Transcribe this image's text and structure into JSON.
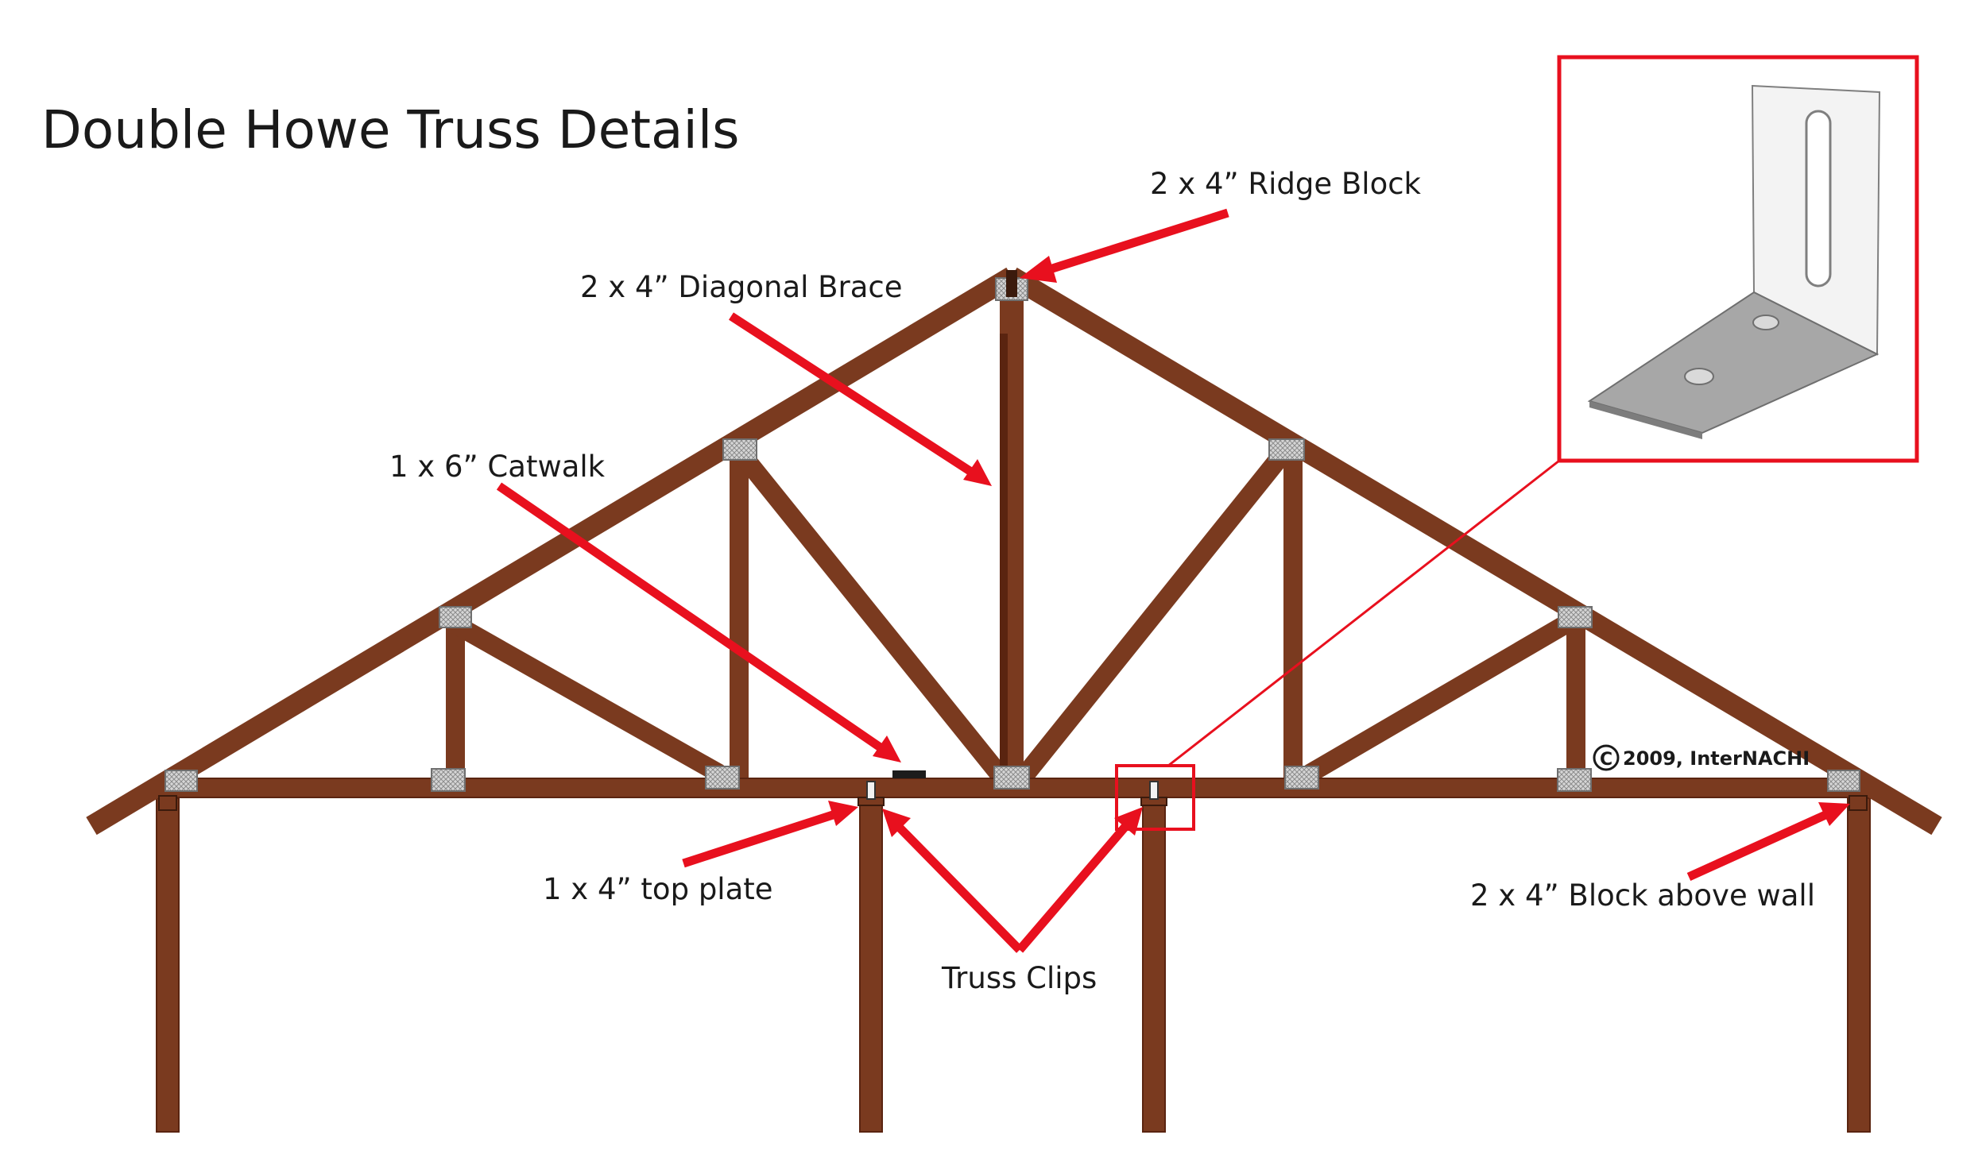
{
  "title": "Double Howe Truss Details",
  "labels": {
    "ridge_block": "2 x 4” Ridge Block",
    "diagonal_brace": "2 x 4” Diagonal Brace",
    "catwalk": "1 x 6” Catwalk",
    "top_plate": "1 x 4” top plate",
    "truss_clips": "Truss Clips",
    "block_above_wall": "2 x 4” Block above wall"
  },
  "copyright": "2009, InterNACHI",
  "colors": {
    "wood": "#7a3a1f",
    "wood_edge": "#5a2410",
    "arrow": "#e8101e",
    "plate": "#c9c9c9",
    "clip": "#bdbdbd",
    "text": "#1a1a1a"
  }
}
